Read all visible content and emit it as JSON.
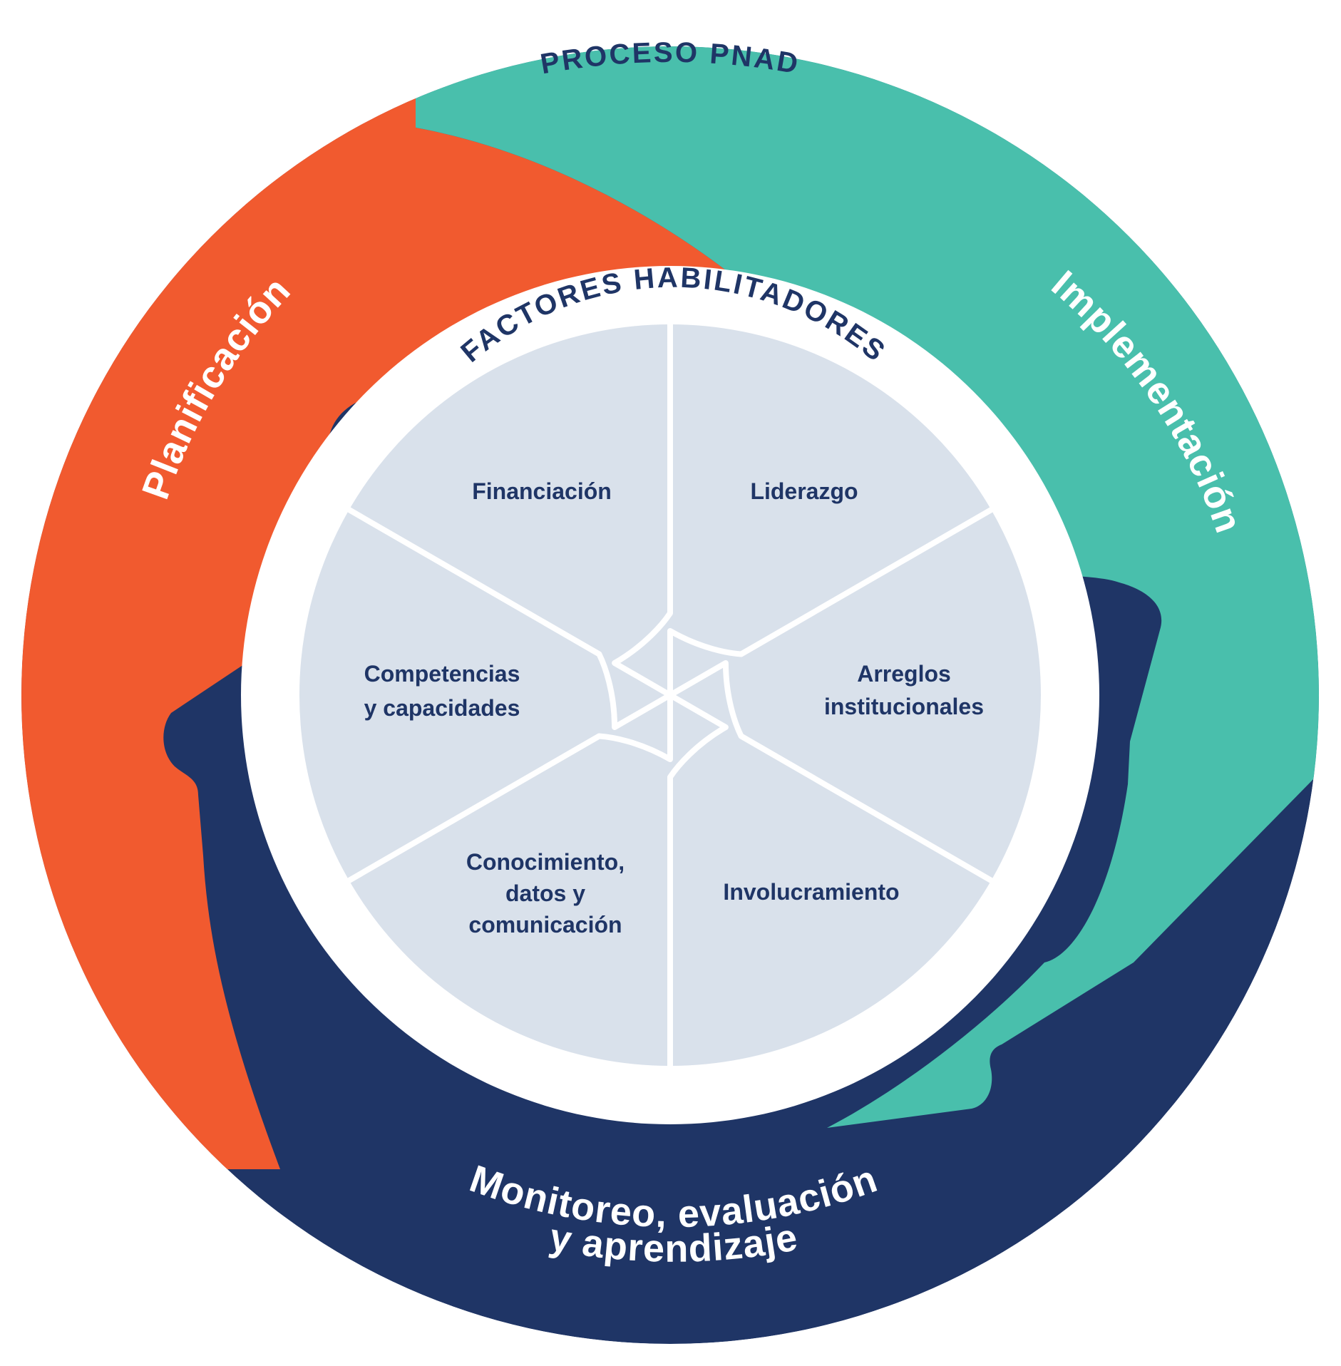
{
  "diagram": {
    "outer_title": "PROCESO PNAD",
    "inner_title": "FACTORES HABILITADORES",
    "phases": [
      {
        "id": "planificacion",
        "label": "Planificación",
        "color": "#f15a2f"
      },
      {
        "id": "implementacion",
        "label": "Implementación",
        "color": "#49bfac"
      },
      {
        "id": "monitoreo",
        "label_line1": "Monitoreo, evaluación",
        "label_line2": "y aprendizaje",
        "color": "#1f3566"
      }
    ],
    "enablers": [
      {
        "id": "financiacion",
        "lines": [
          "Financiación"
        ]
      },
      {
        "id": "liderazgo",
        "lines": [
          "Liderazgo"
        ]
      },
      {
        "id": "arreglos",
        "lines": [
          "Arreglos",
          "institucionales"
        ]
      },
      {
        "id": "involucramiento",
        "lines": [
          "Involucramiento"
        ]
      },
      {
        "id": "conocimiento",
        "lines": [
          "Conocimiento,",
          "datos y",
          "comunicación"
        ]
      },
      {
        "id": "competencias",
        "lines": [
          "Competencias",
          "y capacidades"
        ]
      }
    ],
    "colors": {
      "navy": "#1f3566",
      "orange": "#f15a2f",
      "teal": "#49bfac",
      "puzzle": "#d9e1eb",
      "white": "#ffffff"
    }
  }
}
